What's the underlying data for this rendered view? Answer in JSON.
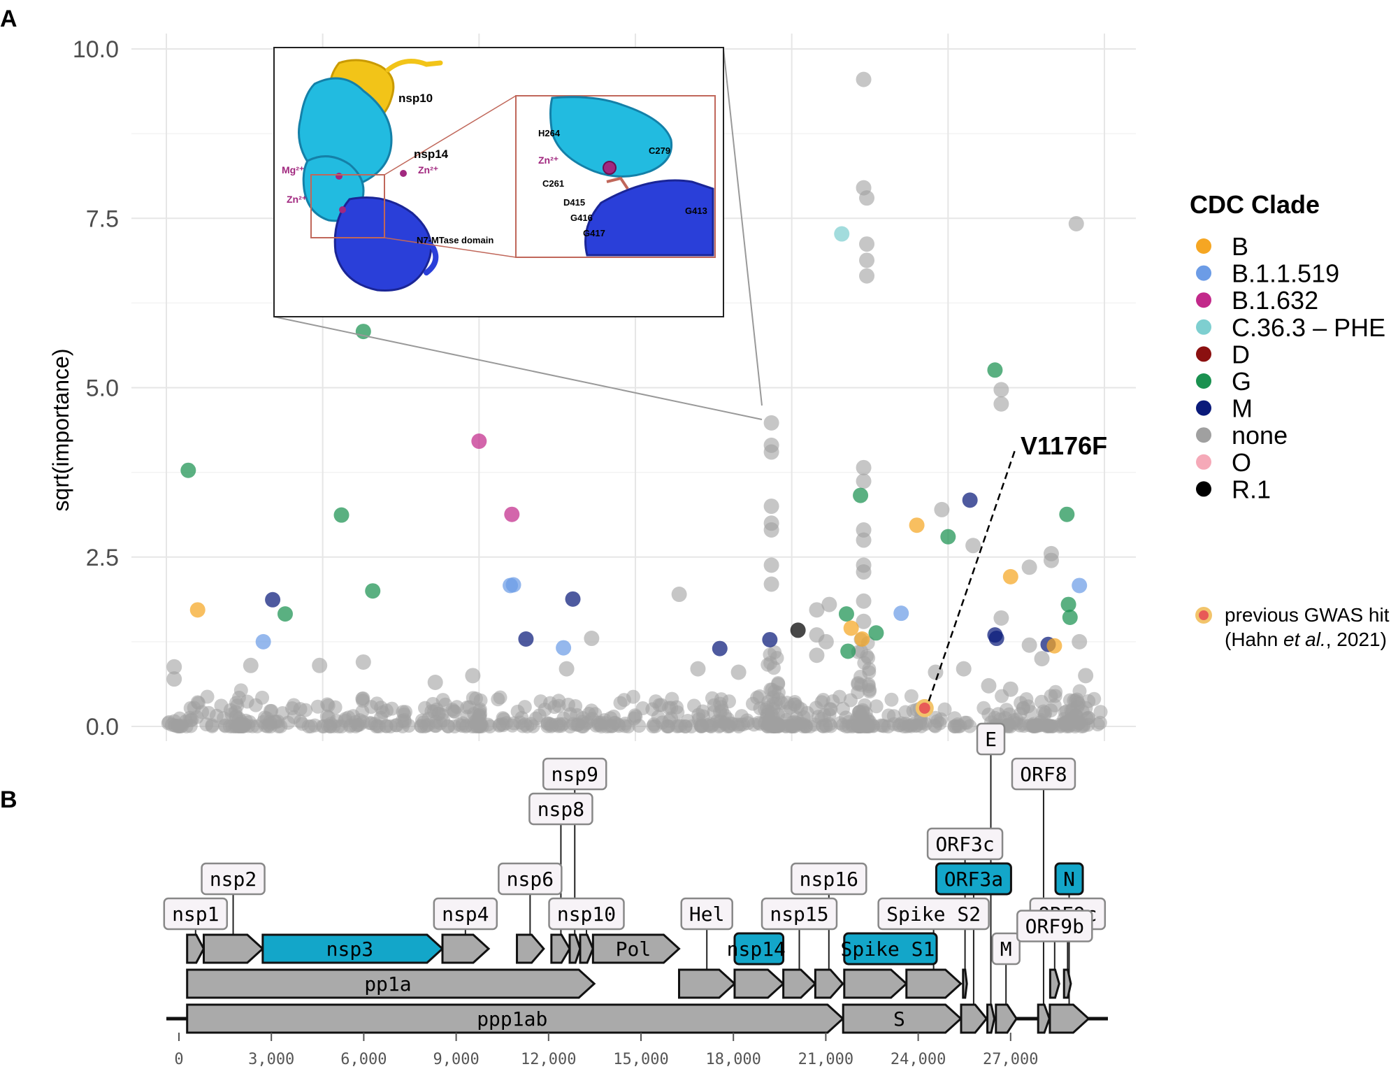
{
  "panels": {
    "a": "A",
    "b": "B"
  },
  "chart_data": [
    {
      "type": "scatter",
      "ylabel": "sqrt(importance)",
      "xlabel": "",
      "ylim": [
        0,
        10
      ],
      "yticks": [
        "0.0",
        "2.5",
        "5.0",
        "7.5",
        "10.0"
      ],
      "ytick_values": [
        0,
        2.5,
        5,
        7.5,
        10
      ],
      "xlim": [
        0,
        30000
      ],
      "grid": true,
      "legend": {
        "title": "CDC Clade",
        "placement": "right",
        "entries": [
          {
            "name": "B",
            "color": "#f5a623"
          },
          {
            "name": "B.1.1.519",
            "color": "#6c9ce6"
          },
          {
            "name": "B.1.632",
            "color": "#c2298a"
          },
          {
            "name": "C.36.3 – PHE",
            "color": "#7ecfd0"
          },
          {
            "name": "D",
            "color": "#8b1010"
          },
          {
            "name": "G",
            "color": "#1a9150"
          },
          {
            "name": "M",
            "color": "#0a1a7a"
          },
          {
            "name": "none",
            "color": "#a0a0a0"
          },
          {
            "name": "O",
            "color": "#f5a9b8"
          },
          {
            "name": "R.1",
            "color": "#000000"
          }
        ]
      },
      "gwas_legend": {
        "line1": "previous GWAS hit",
        "line2_pre": "(Hahn ",
        "line2_em": "et al.",
        "line2_post": ", 2021)"
      },
      "annotation": {
        "text": "V1176F",
        "x": 24250,
        "y": 0.27
      },
      "points": [
        {
          "x": 700,
          "y": 3.78,
          "c": "G"
        },
        {
          "x": 1000,
          "y": 1.72,
          "c": "B"
        },
        {
          "x": 3100,
          "y": 1.25,
          "c": "B.1.1.519"
        },
        {
          "x": 3400,
          "y": 1.87,
          "c": "M"
        },
        {
          "x": 3800,
          "y": 1.66,
          "c": "G"
        },
        {
          "x": 5600,
          "y": 3.12,
          "c": "G"
        },
        {
          "x": 6300,
          "y": 5.83,
          "c": "G"
        },
        {
          "x": 6600,
          "y": 2.0,
          "c": "G"
        },
        {
          "x": 10000,
          "y": 4.21,
          "c": "B.1.632"
        },
        {
          "x": 11000,
          "y": 2.08,
          "c": "B.1.1.519"
        },
        {
          "x": 11100,
          "y": 2.09,
          "c": "B.1.1.519"
        },
        {
          "x": 11050,
          "y": 3.13,
          "c": "B.1.632"
        },
        {
          "x": 11500,
          "y": 1.29,
          "c": "M"
        },
        {
          "x": 12700,
          "y": 1.16,
          "c": "B.1.1.519"
        },
        {
          "x": 13000,
          "y": 1.88,
          "c": "M"
        },
        {
          "x": 17700,
          "y": 1.15,
          "c": "M"
        },
        {
          "x": 19300,
          "y": 1.28,
          "c": "M"
        },
        {
          "x": 20200,
          "y": 1.42,
          "c": "R.1"
        },
        {
          "x": 21600,
          "y": 7.27,
          "c": "C.36.3 – PHE"
        },
        {
          "x": 21750,
          "y": 1.66,
          "c": "G"
        },
        {
          "x": 21800,
          "y": 1.11,
          "c": "G"
        },
        {
          "x": 21900,
          "y": 1.45,
          "c": "B"
        },
        {
          "x": 22200,
          "y": 3.41,
          "c": "G"
        },
        {
          "x": 22250,
          "y": 1.29,
          "c": "B"
        },
        {
          "x": 22700,
          "y": 1.38,
          "c": "G"
        },
        {
          "x": 23500,
          "y": 1.67,
          "c": "B.1.1.519"
        },
        {
          "x": 24000,
          "y": 2.97,
          "c": "B"
        },
        {
          "x": 25000,
          "y": 2.8,
          "c": "G"
        },
        {
          "x": 25700,
          "y": 3.34,
          "c": "M"
        },
        {
          "x": 26500,
          "y": 5.26,
          "c": "G"
        },
        {
          "x": 26500,
          "y": 1.35,
          "c": "M"
        },
        {
          "x": 26550,
          "y": 1.3,
          "c": "M"
        },
        {
          "x": 27000,
          "y": 2.21,
          "c": "B"
        },
        {
          "x": 28200,
          "y": 1.21,
          "c": "M"
        },
        {
          "x": 28400,
          "y": 1.19,
          "c": "B"
        },
        {
          "x": 28800,
          "y": 3.13,
          "c": "G"
        },
        {
          "x": 28850,
          "y": 1.8,
          "c": "G"
        },
        {
          "x": 28900,
          "y": 1.61,
          "c": "G"
        },
        {
          "x": 29200,
          "y": 2.08,
          "c": "B.1.1.519"
        },
        {
          "x": 19350,
          "y": 4.48,
          "c": "none"
        },
        {
          "x": 19350,
          "y": 4.15,
          "c": "none"
        },
        {
          "x": 19350,
          "y": 4.05,
          "c": "none"
        },
        {
          "x": 19350,
          "y": 3.25,
          "c": "none"
        },
        {
          "x": 19350,
          "y": 3.0,
          "c": "none"
        },
        {
          "x": 19350,
          "y": 2.9,
          "c": "none"
        },
        {
          "x": 19350,
          "y": 2.38,
          "c": "none"
        },
        {
          "x": 19350,
          "y": 2.1,
          "c": "none"
        },
        {
          "x": 22300,
          "y": 9.55,
          "c": "none"
        },
        {
          "x": 22300,
          "y": 7.95,
          "c": "none"
        },
        {
          "x": 22400,
          "y": 7.8,
          "c": "none"
        },
        {
          "x": 22400,
          "y": 7.12,
          "c": "none"
        },
        {
          "x": 22400,
          "y": 6.88,
          "c": "none"
        },
        {
          "x": 22400,
          "y": 6.65,
          "c": "none"
        },
        {
          "x": 22300,
          "y": 3.82,
          "c": "none"
        },
        {
          "x": 22300,
          "y": 3.62,
          "c": "none"
        },
        {
          "x": 22300,
          "y": 2.9,
          "c": "none"
        },
        {
          "x": 22300,
          "y": 2.75,
          "c": "none"
        },
        {
          "x": 22300,
          "y": 2.38,
          "c": "none"
        },
        {
          "x": 22300,
          "y": 2.28,
          "c": "none"
        },
        {
          "x": 22300,
          "y": 1.85,
          "c": "none"
        },
        {
          "x": 22300,
          "y": 1.55,
          "c": "none"
        },
        {
          "x": 29100,
          "y": 7.42,
          "c": "none"
        },
        {
          "x": 26700,
          "y": 4.97,
          "c": "none"
        },
        {
          "x": 26700,
          "y": 4.76,
          "c": "none"
        },
        {
          "x": 24800,
          "y": 3.2,
          "c": "none"
        },
        {
          "x": 25800,
          "y": 2.67,
          "c": "none"
        },
        {
          "x": 27600,
          "y": 2.35,
          "c": "none"
        },
        {
          "x": 28300,
          "y": 2.55,
          "c": "none"
        },
        {
          "x": 28300,
          "y": 2.45,
          "c": "none"
        },
        {
          "x": 16400,
          "y": 1.95,
          "c": "none"
        },
        {
          "x": 20800,
          "y": 1.72,
          "c": "none"
        },
        {
          "x": 20800,
          "y": 1.35,
          "c": "none"
        },
        {
          "x": 20800,
          "y": 1.05,
          "c": "none"
        },
        {
          "x": 21100,
          "y": 1.25,
          "c": "none"
        },
        {
          "x": 21200,
          "y": 1.8,
          "c": "none"
        },
        {
          "x": 26700,
          "y": 1.6,
          "c": "none"
        },
        {
          "x": 27600,
          "y": 1.2,
          "c": "none"
        },
        {
          "x": 28000,
          "y": 1.0,
          "c": "none"
        },
        {
          "x": 29200,
          "y": 1.25,
          "c": "none"
        },
        {
          "x": 12800,
          "y": 0.85,
          "c": "none"
        },
        {
          "x": 13600,
          "y": 1.3,
          "c": "none"
        },
        {
          "x": 9800,
          "y": 0.75,
          "c": "none"
        },
        {
          "x": 8600,
          "y": 0.65,
          "c": "none"
        },
        {
          "x": 4900,
          "y": 0.9,
          "c": "none"
        },
        {
          "x": 2700,
          "y": 0.9,
          "c": "none"
        },
        {
          "x": 250,
          "y": 0.88,
          "c": "none"
        },
        {
          "x": 250,
          "y": 0.7,
          "c": "none"
        },
        {
          "x": 6300,
          "y": 0.95,
          "c": "none"
        },
        {
          "x": 17000,
          "y": 0.85,
          "c": "none"
        },
        {
          "x": 18300,
          "y": 0.8,
          "c": "none"
        },
        {
          "x": 24600,
          "y": 0.8,
          "c": "none"
        },
        {
          "x": 25500,
          "y": 0.85,
          "c": "none"
        },
        {
          "x": 26300,
          "y": 0.6,
          "c": "none"
        },
        {
          "x": 27000,
          "y": 0.55,
          "c": "none"
        },
        {
          "x": 29400,
          "y": 0.75,
          "c": "none"
        }
      ],
      "noise_bands": [
        {
          "x0": 0,
          "x1": 30000,
          "ymax": 0.45,
          "n": 560
        },
        {
          "x0": 19200,
          "x1": 19600,
          "ymax": 1.2,
          "n": 50
        },
        {
          "x0": 22100,
          "x1": 22500,
          "ymax": 1.3,
          "n": 50
        },
        {
          "x0": 2200,
          "x1": 2500,
          "ymax": 0.6,
          "n": 20
        },
        {
          "x0": 9800,
          "x1": 10100,
          "ymax": 0.55,
          "n": 20
        },
        {
          "x0": 27800,
          "x1": 29500,
          "ymax": 0.7,
          "n": 40
        }
      ],
      "gwas_point": {
        "x": 24250,
        "y": 0.27
      }
    },
    {
      "type": "genome-map",
      "xlim": [
        0,
        30000
      ],
      "xticks": [
        "0",
        "3,000",
        "6,000",
        "9,000",
        "12,000",
        "15,000",
        "18,000",
        "21,000",
        "24,000",
        "27,000"
      ],
      "xtick_values": [
        0,
        3000,
        6000,
        9000,
        12000,
        15000,
        18000,
        21000,
        24000,
        27000
      ],
      "gray": "#aaaaaa",
      "highlight": "#13a6c9",
      "rows": [
        {
          "row": 0,
          "name": "ppp1ab",
          "start": 266,
          "end": 21555,
          "arrow": true,
          "inner": true,
          "hl": false
        },
        {
          "row": 0,
          "name": "S",
          "start": 21563,
          "end": 25384,
          "arrow": true,
          "inner": true,
          "hl": false
        },
        {
          "row": 0,
          "name": "",
          "start": 25393,
          "end": 26220,
          "arrow": true,
          "inner": false,
          "hl": false
        },
        {
          "row": 0,
          "name": "",
          "start": 26245,
          "end": 26472,
          "arrow": true,
          "inner": false,
          "hl": false
        },
        {
          "row": 0,
          "name": "",
          "start": 26523,
          "end": 27191,
          "arrow": true,
          "inner": false,
          "hl": false
        },
        {
          "row": 0,
          "name": "",
          "start": 27894,
          "end": 28259,
          "arrow": true,
          "inner": false,
          "hl": false
        },
        {
          "row": 0,
          "name": "",
          "start": 28274,
          "end": 29533,
          "arrow": true,
          "inner": false,
          "hl": false
        },
        {
          "row": 1,
          "name": "pp1a",
          "start": 266,
          "end": 13483,
          "arrow": true,
          "inner": true,
          "hl": false
        },
        {
          "row": 1,
          "name": "",
          "start": 16237,
          "end": 18039,
          "arrow": true,
          "inner": false,
          "hl": false
        },
        {
          "row": 1,
          "name": "",
          "start": 18040,
          "end": 19620,
          "arrow": true,
          "inner": false,
          "hl": false
        },
        {
          "row": 1,
          "name": "",
          "start": 19621,
          "end": 20658,
          "arrow": true,
          "inner": false,
          "hl": false
        },
        {
          "row": 1,
          "name": "",
          "start": 20659,
          "end": 21552,
          "arrow": true,
          "inner": false,
          "hl": false
        },
        {
          "row": 1,
          "name": "",
          "start": 21599,
          "end": 23617,
          "arrow": true,
          "inner": false,
          "hl": false
        },
        {
          "row": 1,
          "name": "",
          "start": 23618,
          "end": 25384,
          "arrow": true,
          "inner": false,
          "hl": false
        },
        {
          "row": 1,
          "name": "",
          "start": 25457,
          "end": 25579,
          "arrow": true,
          "inner": false,
          "hl": false
        },
        {
          "row": 1,
          "name": "",
          "start": 28284,
          "end": 28577,
          "arrow": true,
          "inner": false,
          "hl": false
        },
        {
          "row": 1,
          "name": "",
          "start": 28734,
          "end": 28955,
          "arrow": true,
          "inner": false,
          "hl": false
        },
        {
          "row": 2,
          "name": "",
          "start": 266,
          "end": 805,
          "arrow": true,
          "inner": false,
          "hl": false
        },
        {
          "row": 2,
          "name": "",
          "start": 806,
          "end": 2719,
          "arrow": true,
          "inner": false,
          "hl": false
        },
        {
          "row": 2,
          "name": "nsp3",
          "start": 2720,
          "end": 8554,
          "arrow": true,
          "inner": true,
          "hl": true
        },
        {
          "row": 2,
          "name": "",
          "start": 8555,
          "end": 10054,
          "arrow": true,
          "inner": false,
          "hl": false
        },
        {
          "row": 2,
          "name": "",
          "start": 10973,
          "end": 11842,
          "arrow": true,
          "inner": false,
          "hl": false
        },
        {
          "row": 2,
          "name": "",
          "start": 12092,
          "end": 12685,
          "arrow": true,
          "inner": false,
          "hl": false
        },
        {
          "row": 2,
          "name": "",
          "start": 12686,
          "end": 13024,
          "arrow": true,
          "inner": false,
          "hl": false
        },
        {
          "row": 2,
          "name": "",
          "start": 13025,
          "end": 13441,
          "arrow": true,
          "inner": false,
          "hl": false
        },
        {
          "row": 2,
          "name": "Pol",
          "start": 13442,
          "end": 16236,
          "arrow": true,
          "inner": true,
          "hl": false
        },
        {
          "row": 2,
          "name": "nsp14",
          "start": 18040,
          "end": 19620,
          "arrow": false,
          "inner": true,
          "hl": true,
          "labelbox": true
        },
        {
          "row": 2,
          "name": "Spike S1",
          "start": 21599,
          "end": 24600,
          "arrow": false,
          "inner": true,
          "hl": true,
          "labelbox": true
        }
      ],
      "callouts": [
        {
          "name": "nsp1",
          "x": 540,
          "level": 0,
          "target_row": 2,
          "hl": false
        },
        {
          "name": "nsp2",
          "x": 1760,
          "level": 1,
          "target_row": 2,
          "hl": false
        },
        {
          "name": "nsp4",
          "x": 9300,
          "level": 0,
          "target_row": 2,
          "hl": false
        },
        {
          "name": "nsp6",
          "x": 11400,
          "level": 1,
          "target_row": 2,
          "hl": false
        },
        {
          "name": "nsp8",
          "x": 12400,
          "level": 3,
          "target_row": 2,
          "hl": false
        },
        {
          "name": "nsp9",
          "x": 12850,
          "level": 4,
          "target_row": 2,
          "hl": false
        },
        {
          "name": "nsp10",
          "x": 13230,
          "level": 0,
          "target_row": 2,
          "hl": false
        },
        {
          "name": "Hel",
          "x": 17138,
          "level": 0,
          "target_row": 1,
          "hl": false
        },
        {
          "name": "nsp15",
          "x": 20140,
          "level": 0,
          "target_row": 1,
          "hl": false
        },
        {
          "name": "nsp16",
          "x": 21100,
          "level": 1,
          "target_row": 1,
          "hl": false
        },
        {
          "name": "Spike S2",
          "x": 24500,
          "level": 0,
          "target_row": 1,
          "hl": false
        },
        {
          "name": "ORF3a",
          "x": 25800,
          "level": 1,
          "target_row": 0,
          "hl": true
        },
        {
          "name": "ORF3c",
          "x": 25520,
          "level": 2,
          "target_row": 1,
          "hl": false
        },
        {
          "name": "E",
          "x": 26358,
          "level": 5,
          "target_row": 0,
          "hl": false
        },
        {
          "name": "M",
          "x": 26850,
          "level": -1,
          "target_row": 0,
          "hl": false
        },
        {
          "name": "ORF8",
          "x": 28070,
          "level": 4,
          "target_row": 0,
          "hl": false
        },
        {
          "name": "N",
          "x": 28900,
          "level": 1,
          "target_row": 0,
          "hl": true
        },
        {
          "name": "ORF9c",
          "x": 28850,
          "level": 0,
          "target_row": 1,
          "hl": false
        },
        {
          "name": "ORF9b",
          "x": 28430,
          "level": -0.35,
          "target_row": 1,
          "hl": false
        }
      ]
    }
  ],
  "inset": {
    "labels": {
      "nsp10": "nsp10",
      "nsp14": "nsp14",
      "mtase": "N7-MTase domain"
    },
    "ions": {
      "mg": "Mg²⁺",
      "zn1": "Zn²⁺",
      "zn2": "Zn²⁺",
      "zn3": "Zn²⁺"
    },
    "residues": [
      "H264",
      "C279",
      "C261",
      "D415",
      "G416",
      "G417",
      "G413"
    ]
  }
}
